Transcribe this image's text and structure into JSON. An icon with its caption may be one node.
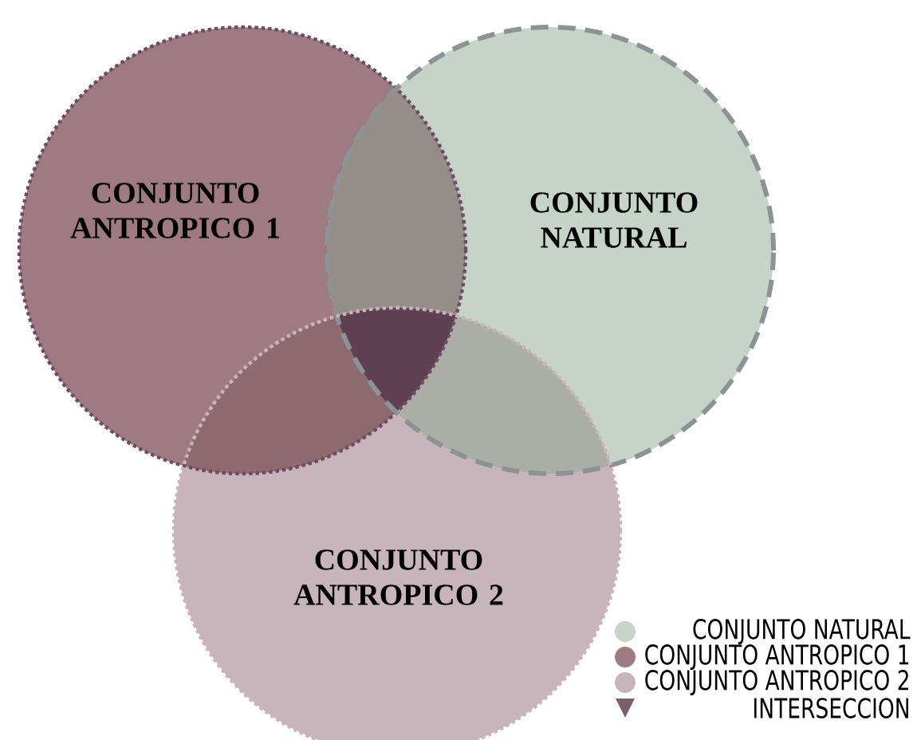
{
  "diagram": {
    "nodes": [
      {
        "text": [
          "CONJUNTO ANTROPICO 1"
        ]
      },
      {
        "text": [
          "CONJUNTO NATURAL"
        ]
      },
      {
        "text": [
          "CONJUNTO ANTROPICO 2"
        ]
      }
    ],
    "legend": [
      {
        "text": "CONJUNTO NATURAL",
        "color": "#c5d3c9"
      },
      {
        "text": "CONJUNTO ANTROPICO 1",
        "color": "#9e7b82"
      },
      {
        "text": "CONJUNTO ANTROPICO 2",
        "color": "#c8b5bb"
      },
      {
        "text": "INTERSECCION",
        "color": "#7a5f6f"
      }
    ]
  }
}
